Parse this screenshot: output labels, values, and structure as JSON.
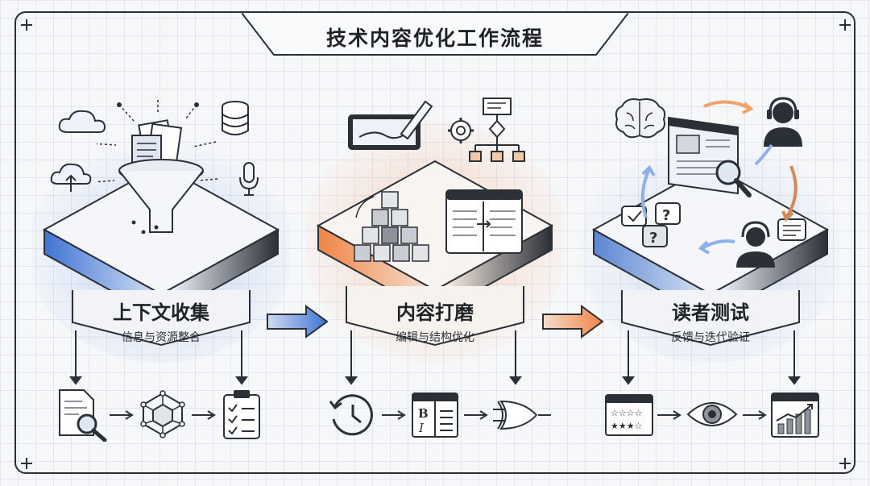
{
  "title": "技术内容优化工作流程",
  "stages": [
    {
      "title": "上下文收集",
      "subtitle": "信息与资源整合",
      "accent": "#4a7bd6"
    },
    {
      "title": "内容打磨",
      "subtitle": "编辑与结构优化",
      "accent": "#ef8a4c"
    },
    {
      "title": "读者测试",
      "subtitle": "反馈与迭代验证",
      "accent": "#6a8fd0"
    }
  ],
  "bottom_icons": [
    [
      "document-search-icon",
      "network-cube-icon",
      "checklist-clipboard-icon"
    ],
    [
      "history-clock-icon",
      "text-format-panel-icon",
      "logic-gate-icon"
    ],
    [
      "rating-list-icon",
      "eye-icon",
      "growth-chart-icon"
    ]
  ],
  "top_icons": [
    [
      "cloud-icon",
      "database-icon",
      "cloud-upload-icon",
      "microphone-icon",
      "funnel-icon",
      "files-icon"
    ],
    [
      "tablet-pen-icon",
      "gear-flowchart-icon",
      "blocks-pyramid-icon",
      "split-window-icon"
    ],
    [
      "brain-icon",
      "headset-user-icon",
      "webpage-magnifier-icon",
      "chat-question-icon",
      "user-headset-icon",
      "cycle-arrows-icon"
    ]
  ],
  "colors": {
    "stage1_glow": "#6d9ae8",
    "stage2_glow": "#f3a06a",
    "stage3_glow": "#8fb0e8",
    "ink": "#2b2f36"
  }
}
